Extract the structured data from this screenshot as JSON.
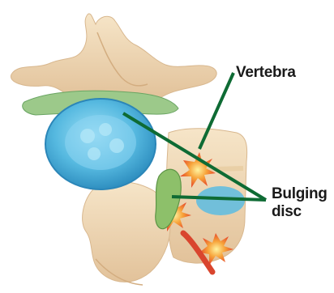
{
  "labels": {
    "vertebra": "Vertebra",
    "bulging_line1": "Bulging",
    "bulging_line2": "disc"
  },
  "colors": {
    "leader_line": "#0e6b34",
    "disc_fill": "#4fb6de",
    "bone": "#efd7b3",
    "inflammation": "#f07a2a"
  }
}
